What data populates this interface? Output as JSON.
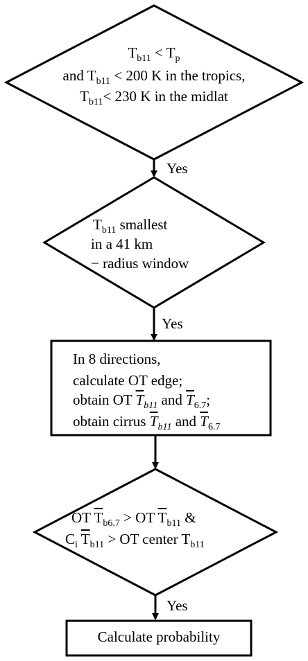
{
  "colors": {
    "stroke": "#000000",
    "background": "#ffffff",
    "text": "#000000"
  },
  "decision1": {
    "line1_base": "T",
    "line1_sub": "b11",
    "line1_op": " < T",
    "line1_sub2": "p",
    "line2_pre": "and T",
    "line2_sub": "b11",
    "line2_post": " < 200 K in the tropics,",
    "line3_pre": "T",
    "line3_sub": "b11",
    "line3_post": "<  230 K in the midlat"
  },
  "yes1": "Yes",
  "decision2": {
    "line1_base": "T",
    "line1_sub": "b11",
    "line1_post": " smallest",
    "line2": "in a 41 km",
    "line3": "− radius window"
  },
  "yes2": "Yes",
  "process": {
    "line1": "In 8 directions,",
    "line2": "calculate OT edge;",
    "line3_pre": "obtain OT ",
    "line3_t1": "T",
    "line3_s1": "b11",
    "line3_mid": " and ",
    "line3_t2": "T",
    "line3_s2": "6.7",
    "line3_end": ";",
    "line4_pre": "obtain cirrus ",
    "line4_t1": "T",
    "line4_s1": "b11",
    "line4_mid": " and ",
    "line4_t2": "T",
    "line4_s2": "6.7"
  },
  "decision3": {
    "line1_pre": "OT ",
    "line1_t1": "T",
    "line1_s1": "b6.7",
    "line1_mid": " > OT ",
    "line1_t2": "T",
    "line1_s2": "b11",
    "line1_end": " &",
    "line2_c": "C",
    "line2_csub": "i",
    "line2_t1": "T",
    "line2_s1": "b11",
    "line2_mid": " > OT center T",
    "line2_s2": "b11"
  },
  "yes3": "Yes",
  "terminal": {
    "label": "Calculate probability"
  }
}
